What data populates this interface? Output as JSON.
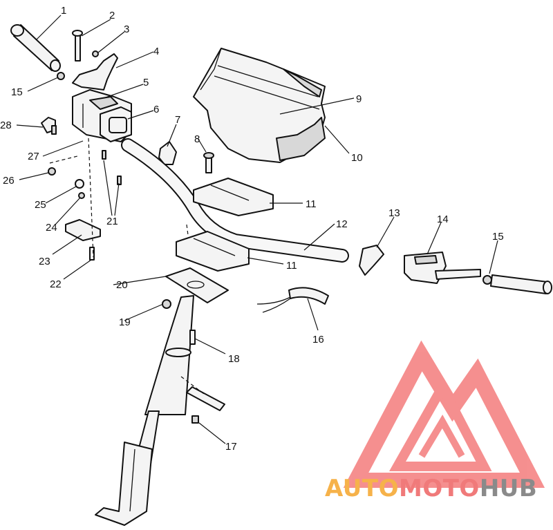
{
  "callouts": [
    {
      "id": "c1",
      "label": "1"
    },
    {
      "id": "c2",
      "label": "2"
    },
    {
      "id": "c3",
      "label": "3"
    },
    {
      "id": "c4",
      "label": "4"
    },
    {
      "id": "c15a",
      "label": "15"
    },
    {
      "id": "c5",
      "label": "5"
    },
    {
      "id": "c6",
      "label": "6"
    },
    {
      "id": "c7",
      "label": "7"
    },
    {
      "id": "c28",
      "label": "28"
    },
    {
      "id": "c27",
      "label": "27"
    },
    {
      "id": "c26",
      "label": "26"
    },
    {
      "id": "c25",
      "label": "25"
    },
    {
      "id": "c24",
      "label": "24"
    },
    {
      "id": "c23",
      "label": "23"
    },
    {
      "id": "c22",
      "label": "22"
    },
    {
      "id": "c21",
      "label": "21"
    },
    {
      "id": "c8",
      "label": "8"
    },
    {
      "id": "c9",
      "label": "9"
    },
    {
      "id": "c10",
      "label": "10"
    },
    {
      "id": "c11a",
      "label": "11"
    },
    {
      "id": "c11b",
      "label": "11"
    },
    {
      "id": "c12",
      "label": "12"
    },
    {
      "id": "c13",
      "label": "13"
    },
    {
      "id": "c14",
      "label": "14"
    },
    {
      "id": "c15b",
      "label": "15"
    },
    {
      "id": "c20",
      "label": "20"
    },
    {
      "id": "c19",
      "label": "19"
    },
    {
      "id": "c18",
      "label": "18"
    },
    {
      "id": "c16",
      "label": "16"
    },
    {
      "id": "c17",
      "label": "17"
    }
  ],
  "watermark": {
    "part1": "AUTO",
    "part2": "MOTO",
    "part3": "HUB",
    "color_orange": "#f6b24a",
    "color_red": "#f07a7a",
    "color_gray": "#8a8a8a",
    "logo_color": "#f47c7c"
  }
}
